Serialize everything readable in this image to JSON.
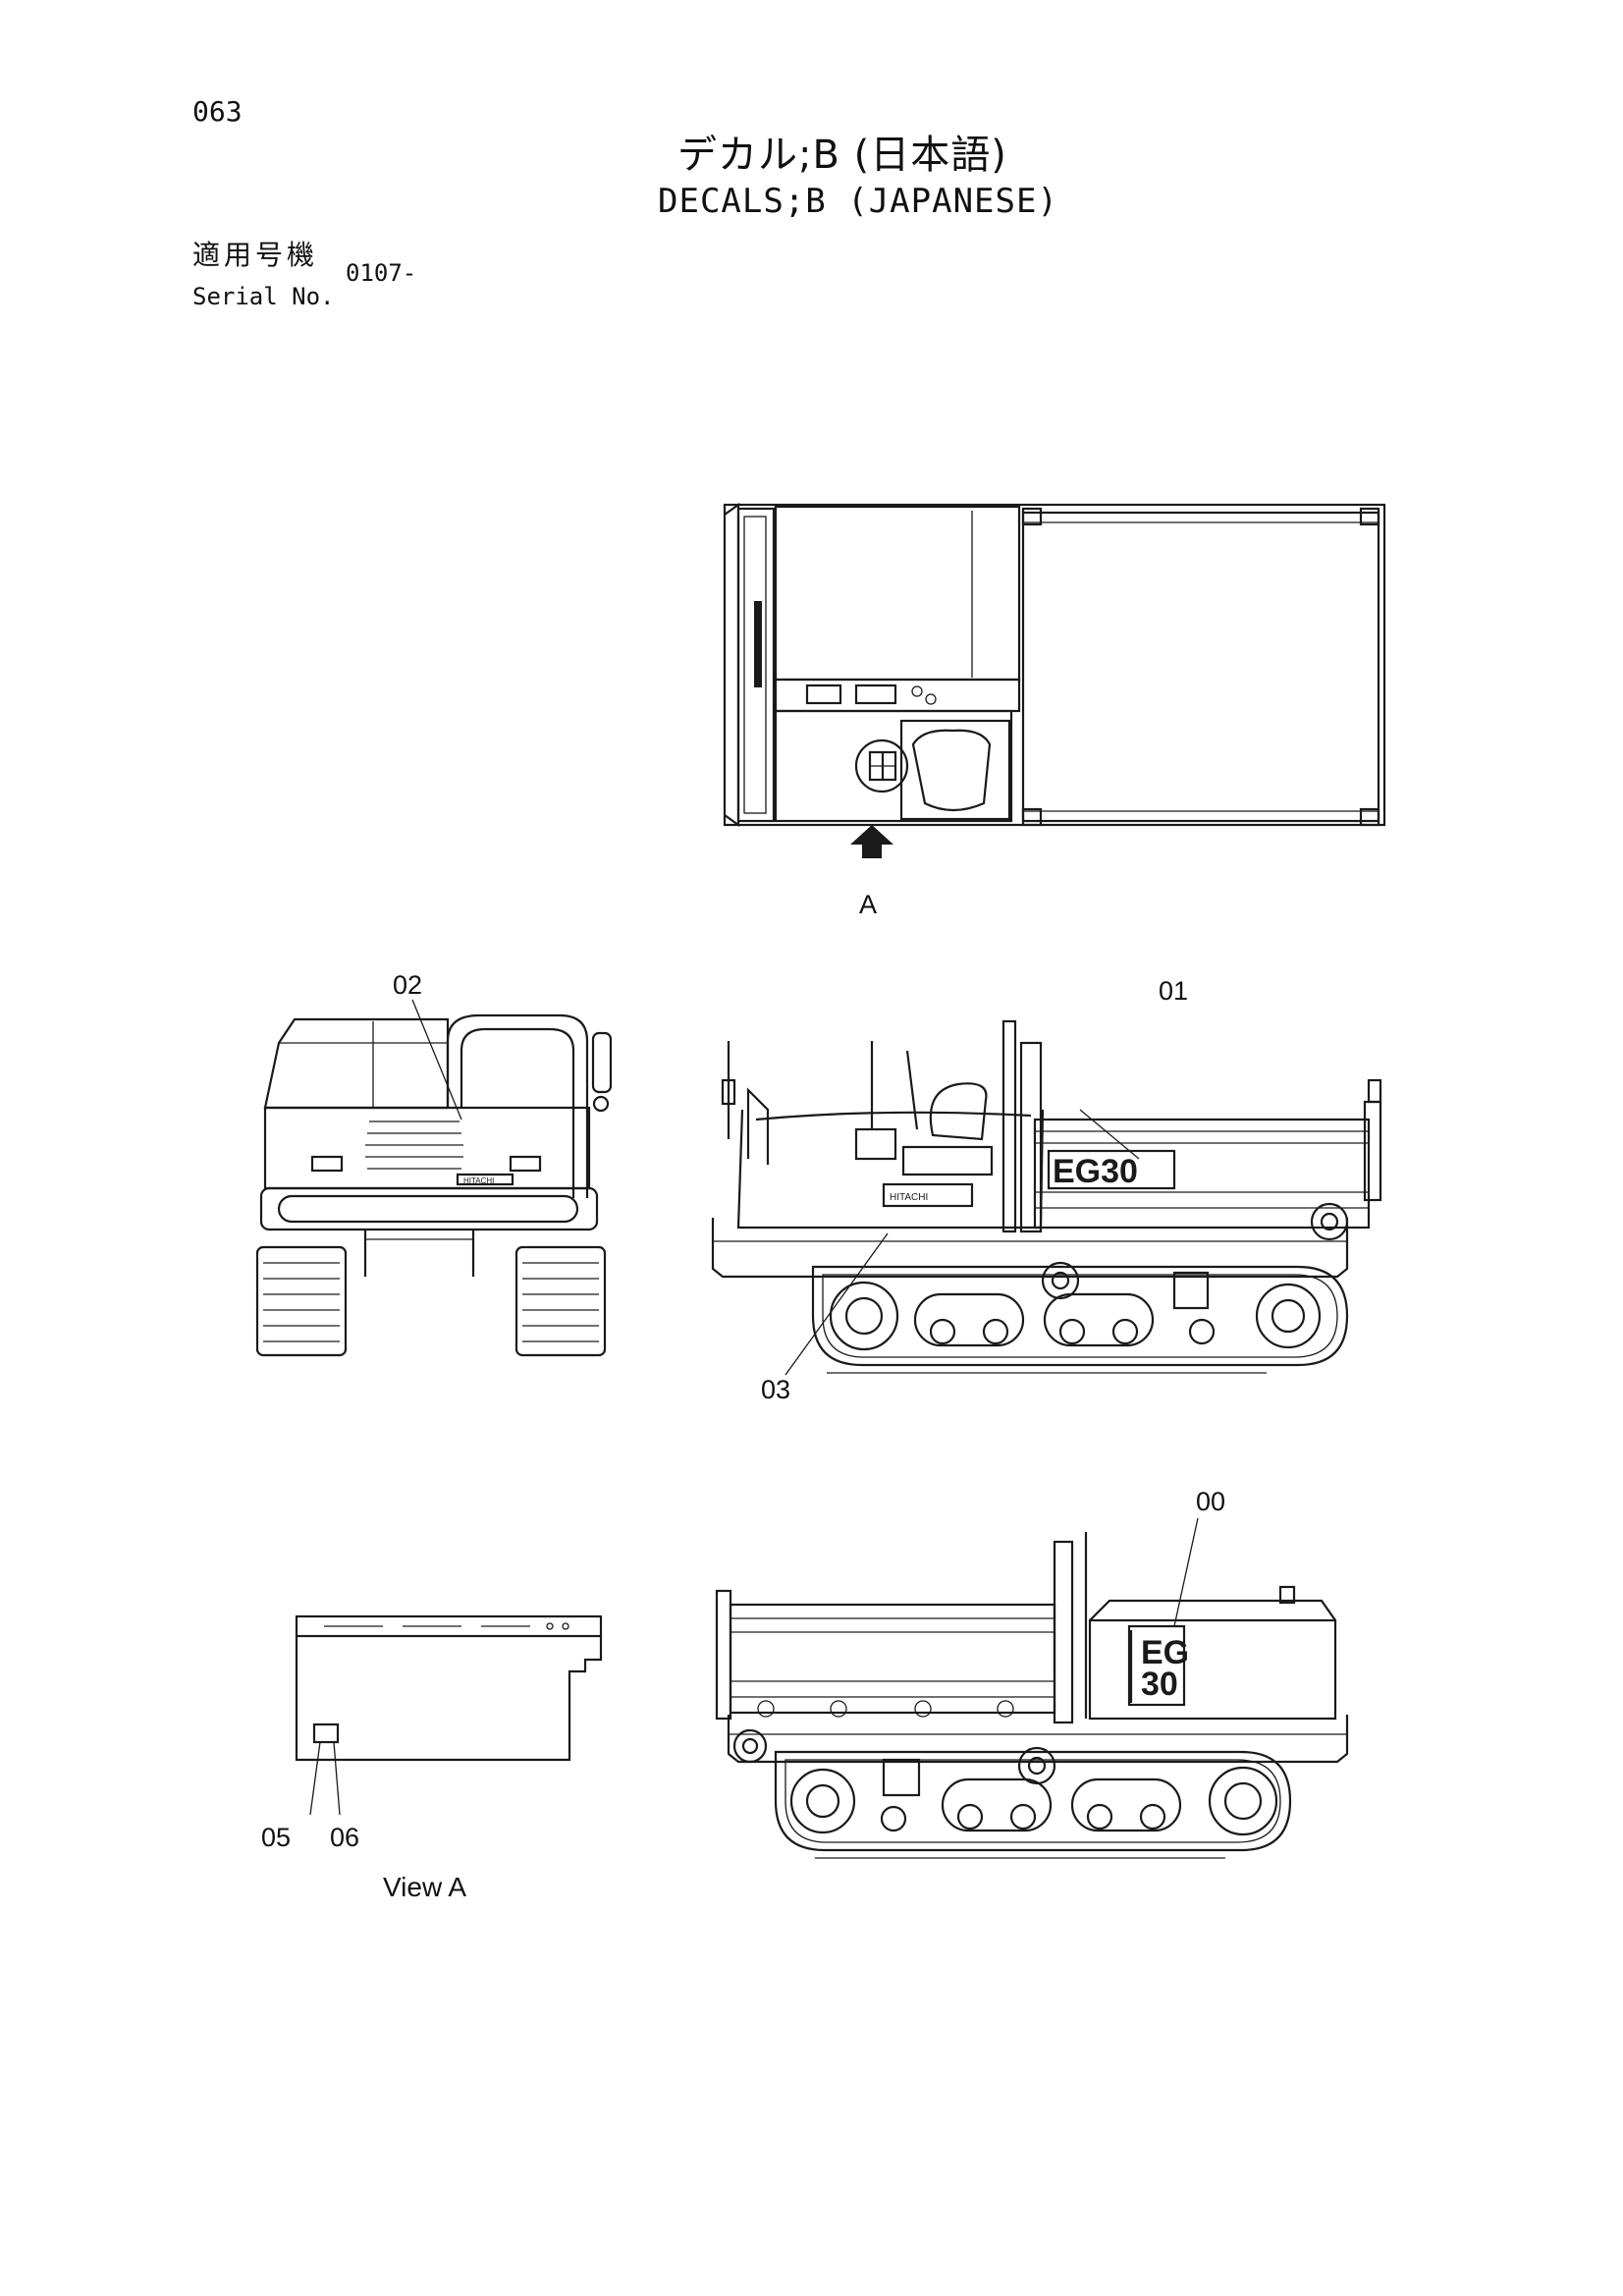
{
  "header": {
    "page_number": "063",
    "title_jp": "デカル;B (日本語)",
    "title_en": "DECALS;B (JAPANESE)",
    "serial_label_jp": "適用号機",
    "serial_label_en": "Serial No.",
    "serial_value": "0107-"
  },
  "views": {
    "arrow_label": "A",
    "view_a_caption": "View A"
  },
  "callouts": {
    "c00": "00",
    "c01": "01",
    "c02": "02",
    "c03": "03",
    "c05": "05",
    "c06": "06"
  },
  "decal_text": {
    "model_mark": "EG30",
    "model_mark_v1": "EG",
    "model_mark_v2": "30",
    "maker_mark": "HITACHI"
  }
}
